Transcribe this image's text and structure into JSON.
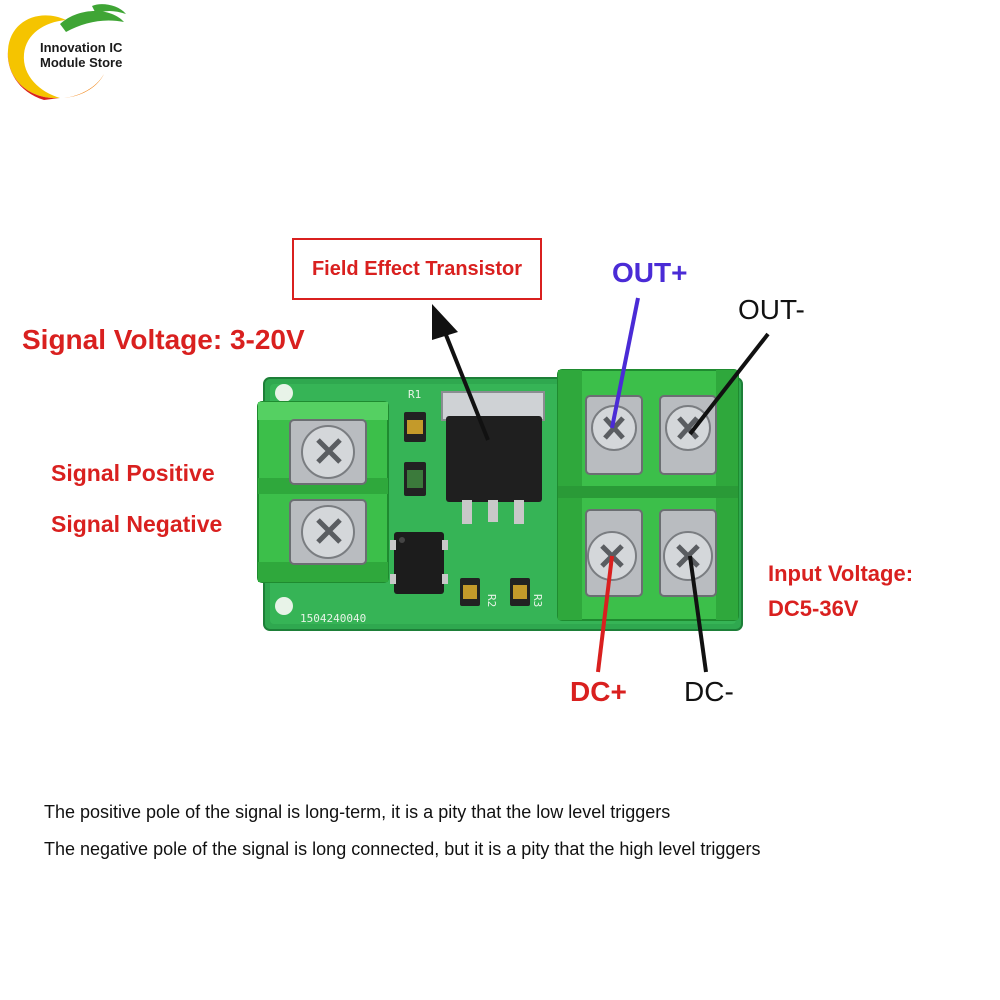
{
  "brand": {
    "name": "Innovation IC\nModule Store",
    "colors": {
      "green": "#3fa535",
      "yellow": "#f5c400",
      "orange": "#f07a00",
      "red": "#d9201f"
    }
  },
  "labels": {
    "fet": "Field Effect Transistor",
    "signal_voltage": "Signal Voltage: 3-20V",
    "signal_positive": "Signal Positive",
    "signal_negative": "Signal Negative",
    "out_plus": "OUT+",
    "out_minus": "OUT-",
    "dc_plus": "DC+",
    "dc_minus": "DC-",
    "input_voltage_line1": "Input Voltage:",
    "input_voltage_line2": "DC5-36V"
  },
  "board": {
    "silkscreen": "1504240040",
    "resistors": [
      "R1",
      "R2",
      "R3"
    ],
    "pcb_color": "#2fa84f",
    "terminal_color": "#3cbf4a"
  },
  "notes": [
    "The positive pole of the signal is long-term, it is a pity that the low level triggers",
    "The negative pole of the signal is long connected, but it is a pity that the high level triggers"
  ],
  "colors": {
    "label_red": "#d9201f",
    "label_purple": "#4a2bd6",
    "text": "#111111"
  }
}
